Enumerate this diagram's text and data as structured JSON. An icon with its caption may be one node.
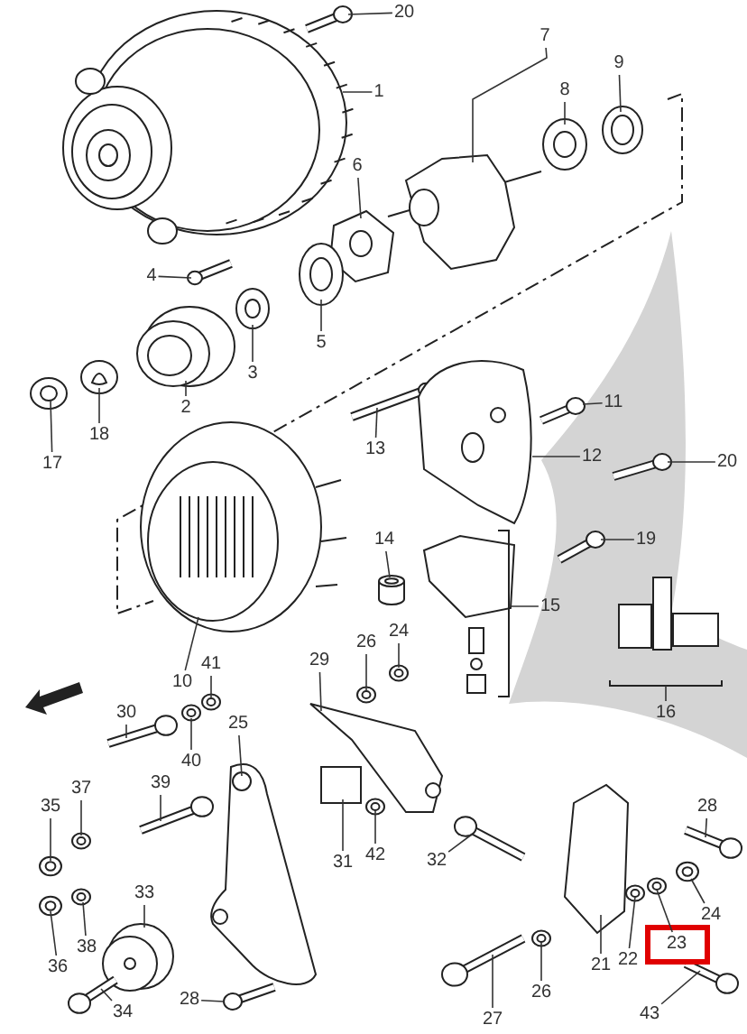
{
  "diagram": {
    "nodes": [
      {
        "text": [
          "20"
        ]
      },
      {
        "text": [
          "1"
        ]
      },
      {
        "text": [
          "7"
        ]
      },
      {
        "text": [
          "8"
        ]
      },
      {
        "text": [
          "9"
        ]
      },
      {
        "text": [
          "6"
        ]
      },
      {
        "text": [
          "4"
        ]
      },
      {
        "text": [
          "5"
        ]
      },
      {
        "text": [
          "3"
        ]
      },
      {
        "text": [
          "2"
        ]
      },
      {
        "text": [
          "18"
        ]
      },
      {
        "text": [
          "17"
        ]
      },
      {
        "text": [
          "13"
        ]
      },
      {
        "text": [
          "11"
        ]
      },
      {
        "text": [
          "12"
        ]
      },
      {
        "text": [
          "20"
        ]
      },
      {
        "text": [
          "19"
        ]
      },
      {
        "text": [
          "14"
        ]
      },
      {
        "text": [
          "15"
        ]
      },
      {
        "text": [
          "16"
        ]
      },
      {
        "text": [
          "10"
        ]
      },
      {
        "text": [
          "41"
        ]
      },
      {
        "text": [
          "29"
        ]
      },
      {
        "text": [
          "26"
        ]
      },
      {
        "text": [
          "24"
        ]
      },
      {
        "text": [
          "30"
        ]
      },
      {
        "text": [
          "40"
        ]
      },
      {
        "text": [
          "25"
        ]
      },
      {
        "text": [
          "37"
        ]
      },
      {
        "text": [
          "39"
        ]
      },
      {
        "text": [
          "35"
        ]
      },
      {
        "text": [
          "31"
        ]
      },
      {
        "text": [
          "42"
        ]
      },
      {
        "text": [
          "32"
        ]
      },
      {
        "text": [
          "28"
        ]
      },
      {
        "text": [
          "38"
        ]
      },
      {
        "text": [
          "33"
        ]
      },
      {
        "text": [
          "36"
        ]
      },
      {
        "text": [
          "24"
        ]
      },
      {
        "text": [
          "23"
        ]
      },
      {
        "text": [
          "22"
        ]
      },
      {
        "text": [
          "21"
        ]
      },
      {
        "text": [
          "26"
        ]
      },
      {
        "text": [
          "28"
        ]
      },
      {
        "text": [
          "34"
        ]
      },
      {
        "text": [
          "27"
        ]
      },
      {
        "text": [
          "43"
        ]
      },
      {
        "text": [],
        "shape": "picture"
      },
      {
        "text": [],
        "shape": "picture"
      },
      {
        "text": [],
        "shape": "picture"
      },
      {
        "text": [],
        "shape": "picture"
      },
      {
        "text": [],
        "shape": "picture"
      },
      {
        "text": [],
        "shape": "picture"
      },
      {
        "text": [],
        "shape": "picture"
      },
      {
        "text": [],
        "shape": "picture"
      },
      {
        "text": [],
        "shape": "picture"
      },
      {
        "text": [],
        "shape": "picture"
      },
      {
        "text": [],
        "shape": "picture"
      },
      {
        "text": [],
        "shape": "picture"
      },
      {
        "text": [],
        "shape": "picture"
      },
      {
        "text": [],
        "shape": "picture"
      },
      {
        "text": [],
        "shape": "picture"
      },
      {
        "text": [],
        "shape": "picture"
      },
      {
        "text": [],
        "shape": "picture"
      },
      {
        "text": [],
        "shape": "cylinder"
      },
      {
        "text": [],
        "shape": "picture"
      },
      {
        "text": [],
        "shape": "picture"
      },
      {
        "text": [],
        "shape": "picture"
      },
      {
        "text": [],
        "shape": "picture"
      },
      {
        "text": [],
        "shape": "picture"
      },
      {
        "text": [],
        "shape": "picture"
      },
      {
        "text": [],
        "shape": "picture"
      },
      {
        "text": [],
        "shape": "picture"
      },
      {
        "text": [],
        "shape": "picture"
      },
      {
        "text": [],
        "shape": "picture"
      },
      {
        "text": [],
        "shape": "picture"
      },
      {
        "text": [],
        "shape": "picture"
      },
      {
        "text": [],
        "shape": "picture"
      },
      {
        "text": [],
        "shape": "picture"
      },
      {
        "text": [],
        "shape": "picture"
      },
      {
        "text": [],
        "shape": "picture"
      },
      {
        "text": [],
        "shape": "picture"
      },
      {
        "text": [],
        "shape": "picture"
      },
      {
        "text": [],
        "shape": "picture"
      },
      {
        "text": [],
        "shape": "picture"
      },
      {
        "text": [],
        "shape": "picture"
      },
      {
        "text": [],
        "shape": "picture"
      },
      {
        "text": [],
        "shape": "picture"
      },
      {
        "text": [],
        "shape": "picture"
      },
      {
        "text": [],
        "shape": "picture"
      },
      {
        "text": [],
        "shape": "picture"
      },
      {
        "text": [],
        "shape": "picture"
      },
      {
        "text": [],
        "shape": "picture"
      },
      {
        "text": [],
        "shape": "picture"
      }
    ],
    "edges": [
      {
        "from": 0,
        "to": 47,
        "arrow": "none"
      },
      {
        "from": 1,
        "to": 48,
        "arrow": "none"
      },
      {
        "from": 2,
        "to": 49,
        "arrow": "none"
      },
      {
        "from": 3,
        "to": 50,
        "arrow": "none"
      },
      {
        "from": 4,
        "to": 51,
        "arrow": "none"
      },
      {
        "from": 5,
        "to": 52,
        "arrow": "none"
      },
      {
        "from": 6,
        "to": 53,
        "arrow": "none"
      },
      {
        "from": 7,
        "to": 54,
        "arrow": "none"
      },
      {
        "from": 8,
        "to": 55,
        "arrow": "none"
      },
      {
        "from": 9,
        "to": 56,
        "arrow": "none"
      },
      {
        "from": 10,
        "to": 57,
        "arrow": "none"
      },
      {
        "from": 11,
        "to": 58,
        "arrow": "none"
      },
      {
        "from": 12,
        "to": 59,
        "arrow": "none"
      },
      {
        "from": 13,
        "to": 60,
        "arrow": "none"
      },
      {
        "from": 14,
        "to": 61,
        "arrow": "none"
      },
      {
        "from": 15,
        "to": 62,
        "arrow": "none"
      },
      {
        "from": 16,
        "to": 63,
        "arrow": "none"
      },
      {
        "from": 17,
        "to": 64,
        "arrow": "none"
      },
      {
        "from": 18,
        "to": 65,
        "arrow": "none"
      },
      {
        "from": 19,
        "to": 66,
        "arrow": "none"
      },
      {
        "from": 20,
        "to": 67,
        "arrow": "none"
      },
      {
        "from": 21,
        "to": 68,
        "arrow": "none"
      },
      {
        "from": 22,
        "to": 69,
        "arrow": "none"
      },
      {
        "from": 23,
        "to": 70,
        "arrow": "none"
      },
      {
        "from": 24,
        "to": 71,
        "arrow": "none"
      },
      {
        "from": 25,
        "to": 72,
        "arrow": "none"
      },
      {
        "from": 26,
        "to": 73,
        "arrow": "none"
      },
      {
        "from": 27,
        "to": 74,
        "arrow": "none"
      },
      {
        "from": 28,
        "to": 75,
        "arrow": "none"
      },
      {
        "from": 29,
        "to": 76,
        "arrow": "none"
      },
      {
        "from": 30,
        "to": 77,
        "arrow": "none"
      },
      {
        "from": 31,
        "to": 78,
        "arrow": "none"
      },
      {
        "from": 32,
        "to": 79,
        "arrow": "none"
      },
      {
        "from": 33,
        "to": 80,
        "arrow": "none"
      },
      {
        "from": 34,
        "to": 81,
        "arrow": "none"
      },
      {
        "from": 35,
        "to": 82,
        "arrow": "none"
      },
      {
        "from": 36,
        "to": 83,
        "arrow": "none"
      },
      {
        "from": 37,
        "to": 84,
        "arrow": "none"
      },
      {
        "from": 38,
        "to": 85,
        "arrow": "none"
      },
      {
        "from": 39,
        "to": 86,
        "arrow": "none"
      },
      {
        "from": 40,
        "to": 87,
        "arrow": "none"
      },
      {
        "from": 41,
        "to": 88,
        "arrow": "none"
      },
      {
        "from": 42,
        "to": 89,
        "arrow": "none"
      },
      {
        "from": 43,
        "to": 90,
        "arrow": "none"
      },
      {
        "from": 44,
        "to": 91,
        "arrow": "none"
      },
      {
        "from": 45,
        "to": 92,
        "arrow": "none"
      },
      {
        "from": 46,
        "to": 93,
        "arrow": "none"
      }
    ]
  }
}
